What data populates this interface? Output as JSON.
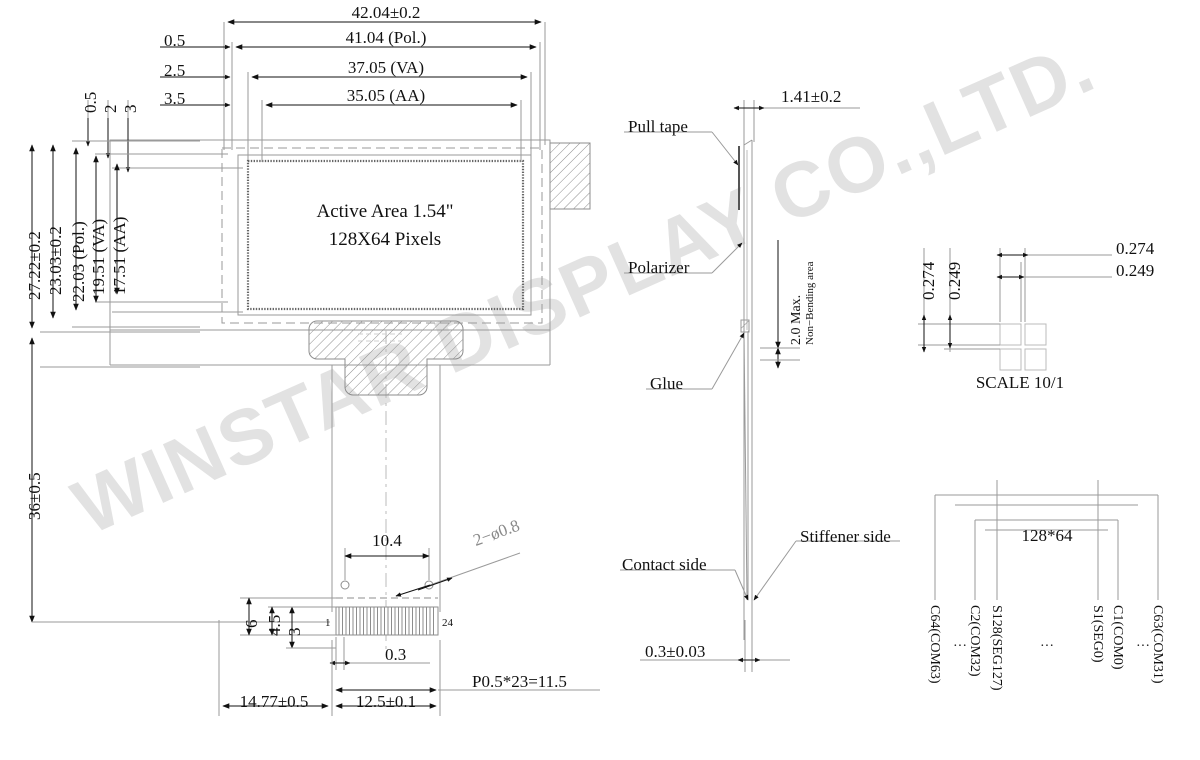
{
  "watermark": {
    "text": "WINSTAR DISPLAY CO.,LTD."
  },
  "front_view": {
    "active_area_line1": "Active Area 1.54\"",
    "active_area_line2": "128X64 Pixels",
    "top_dims": [
      {
        "key": "overall_width",
        "label": "42.04±0.2"
      },
      {
        "key": "polarizer_width",
        "label": "41.04 (Pol.)"
      },
      {
        "key": "va_width",
        "label": "37.05 (VA)"
      },
      {
        "key": "aa_width",
        "label": "35.05 (AA)"
      }
    ],
    "top_left_offsets": [
      {
        "key": "off_0_5",
        "label": "0.5"
      },
      {
        "key": "off_2_5",
        "label": "2.5"
      },
      {
        "key": "off_3_5",
        "label": "3.5"
      }
    ],
    "top_vertical_offsets": [
      {
        "key": "voff_0_5",
        "label": "0.5"
      },
      {
        "key": "voff_2",
        "label": "2"
      },
      {
        "key": "voff_3",
        "label": "3"
      }
    ],
    "left_dims": [
      {
        "key": "overall_height",
        "label": "27.22±0.2"
      },
      {
        "key": "glass_height",
        "label": "23.03±0.2"
      },
      {
        "key": "polarizer_height",
        "label": "22.03 (Pol.)"
      },
      {
        "key": "va_height",
        "label": "19.51 (VA)"
      },
      {
        "key": "aa_height",
        "label": "17.51 (AA)"
      }
    ],
    "tail_length": "36±0.5",
    "tail_dims": {
      "hole_span": "10.4",
      "hole_note": "2−ø0.8",
      "pad_6": "6",
      "pad_4_5": "4.5",
      "pad_3": "3",
      "pad_pitch_width": "0.3",
      "pin_first": "1",
      "pin_last": "24",
      "pitch_note": "P0.5*23=11.5",
      "offset_left": "14.77±0.5",
      "fpc_width": "12.5±0.1"
    }
  },
  "side_view": {
    "thickness": "1.41±0.2",
    "callouts": [
      {
        "key": "pull_tape",
        "label": "Pull tape"
      },
      {
        "key": "polarizer",
        "label": "Polarizer"
      },
      {
        "key": "glue",
        "label": "Glue"
      }
    ],
    "non_bending": {
      "line1": "2.0 Max.",
      "line2": "Non−Bending area"
    },
    "bottom_callouts": [
      {
        "key": "contact_side",
        "label": "Contact side"
      },
      {
        "key": "stiffener_side",
        "label": "Stiffener side"
      }
    ],
    "fpc_thickness": "0.3±0.03"
  },
  "pixel_detail": {
    "pitch_x": "0.274",
    "size_x": "0.249",
    "pitch_y": "0.274",
    "size_y": "0.249",
    "scale_label": "SCALE 10/1"
  },
  "pin_map": {
    "title": "128*64",
    "labels_left": [
      {
        "key": "c64",
        "label": "C64(COM63)"
      },
      {
        "key": "ellipsis_1",
        "label": "···"
      },
      {
        "key": "c2",
        "label": "C2(COM32)"
      },
      {
        "key": "s128",
        "label": "S128(SEG127)"
      }
    ],
    "ellipsis_mid": "···",
    "labels_right": [
      {
        "key": "s1",
        "label": "S1(SEG0)"
      },
      {
        "key": "c1",
        "label": "C1(COM0)"
      },
      {
        "key": "ellipsis_2",
        "label": "···"
      },
      {
        "key": "c63",
        "label": "C63(COM31)"
      }
    ]
  },
  "colors": {
    "line": "#9a9a9a",
    "line_dark": "#444444",
    "text": "#111111",
    "watermark": "#e2e2e2",
    "hatch": "#8d8d8d"
  }
}
